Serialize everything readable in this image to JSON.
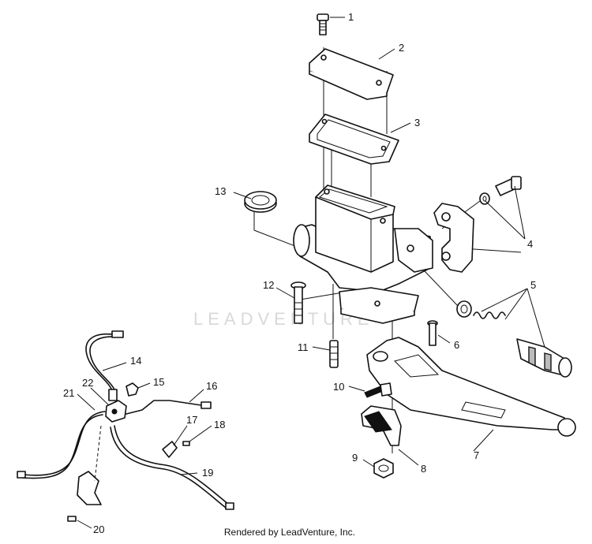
{
  "callouts": [
    "1",
    "2",
    "3",
    "4",
    "5",
    "6",
    "7",
    "8",
    "9",
    "10",
    "11",
    "12",
    "13",
    "14",
    "15",
    "16",
    "17",
    "18",
    "19",
    "20",
    "21",
    "22"
  ],
  "watermark": "LEADVENTURE",
  "footer": "Rendered by LeadVenture, Inc."
}
